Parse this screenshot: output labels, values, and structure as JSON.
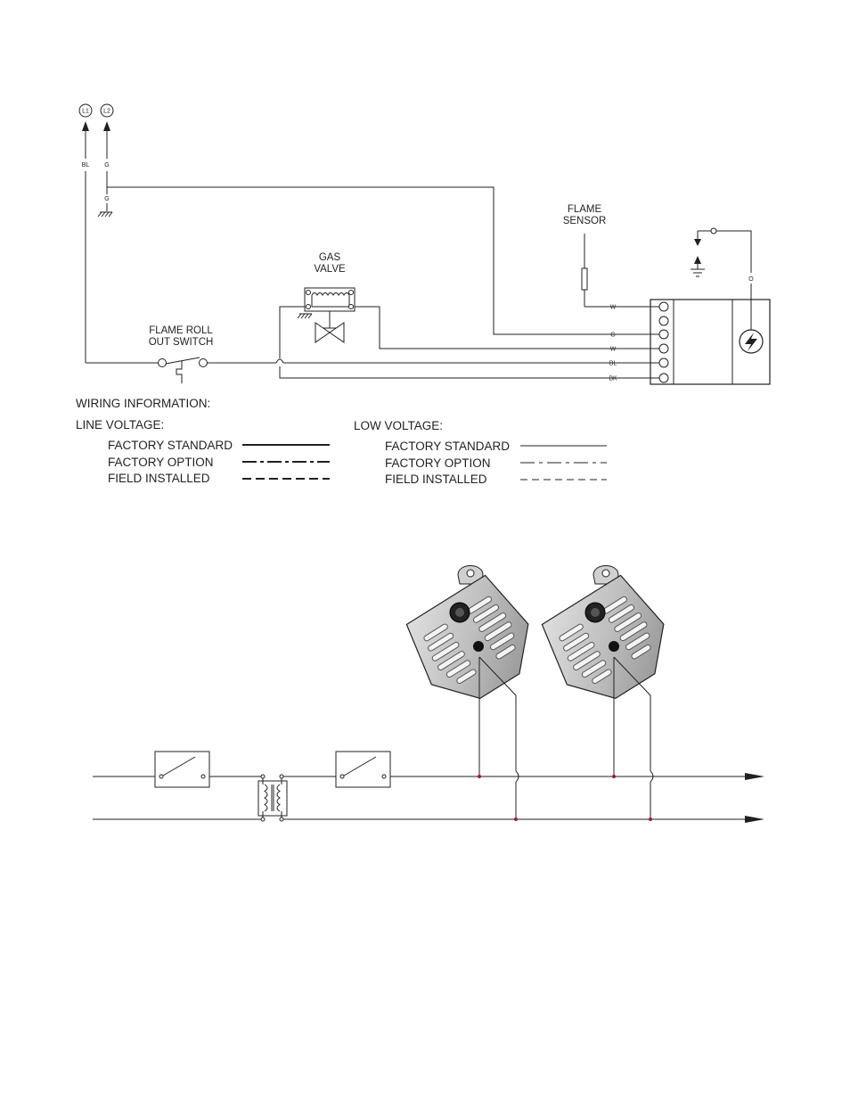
{
  "terminals": {
    "l1": "L1",
    "l2": "L2"
  },
  "wire_codes": {
    "bl_top": "BL",
    "g_top": "G",
    "g_ground": "G",
    "w_sensor": "W",
    "g_module": "G",
    "w_valve": "W",
    "bl_module": "BL",
    "bk_module": "BK",
    "o_igniter": "O"
  },
  "labels": {
    "flame_sensor": [
      "FLAME",
      "SENSOR"
    ],
    "gas_valve": [
      "GAS",
      "VALVE"
    ],
    "flame_rollout": [
      "FLAME ROLL",
      "OUT SWITCH"
    ]
  },
  "wiring_info": {
    "title": "WIRING INFORMATION:",
    "line_voltage": {
      "heading": "LINE VOLTAGE:",
      "items": [
        "FACTORY STANDARD",
        "FACTORY OPTION",
        "FIELD INSTALLED"
      ]
    },
    "low_voltage": {
      "heading": "LOW VOLTAGE:",
      "items": [
        "FACTORY STANDARD",
        "FACTORY OPTION",
        "FIELD INSTALLED"
      ]
    }
  },
  "colors": {
    "ink": "#231f20",
    "junction": "#9b1c2e",
    "heater_body": "#b8b8b8"
  },
  "icons": [
    "ground-icon",
    "coil-icon",
    "valve-icon",
    "switch-icon",
    "transformer-icon",
    "igniter-icon",
    "infrared-heater-icon",
    "arrow-icon"
  ]
}
